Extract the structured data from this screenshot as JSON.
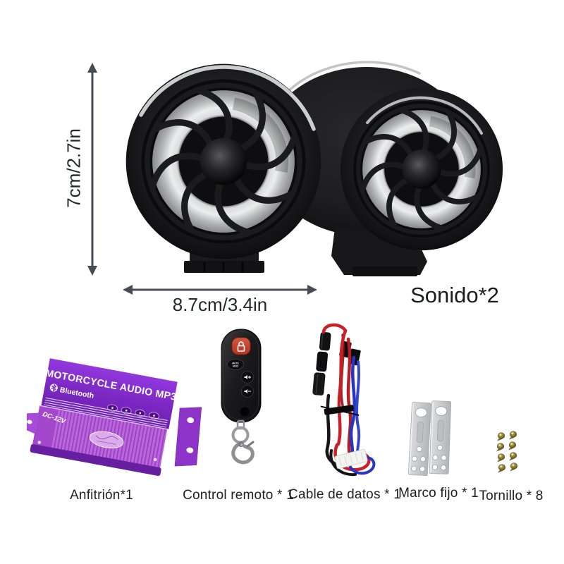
{
  "top": {
    "height_dim": "7cm/2.7in",
    "width_dim": "8.7cm/3.4in",
    "speakers_caption": "Sonido*2"
  },
  "parts": {
    "amplifier": {
      "title": "MOTORCYCLE AUDIO MP3",
      "bluetooth": "Bluetooth",
      "dc": "DC-12V",
      "caption": "Anfitrión*1"
    },
    "remote": {
      "mute": "MUTE",
      "mod": "MOD",
      "caption": "Control remoto * 1"
    },
    "cable": {
      "caption": "Cable de datos * 1"
    },
    "bracket": {
      "caption": "Marco fijo * 1"
    },
    "screws": {
      "caption": "Tornillo * 8"
    }
  },
  "colors": {
    "arrow": "#474c54",
    "caption_text": "#1e1f21",
    "amp_purple": "#8a31d2",
    "amp_front_fins": "#bd63dd",
    "remote_red": "#c4402e",
    "wire_red": "#c92027",
    "wire_blue": "#2735c0",
    "bracket_gray": "#c6c7cb",
    "screw_gold": "#9c8b44"
  },
  "icons": {
    "bluetooth": "bluetooth-icon",
    "lock": "lock-icon"
  }
}
